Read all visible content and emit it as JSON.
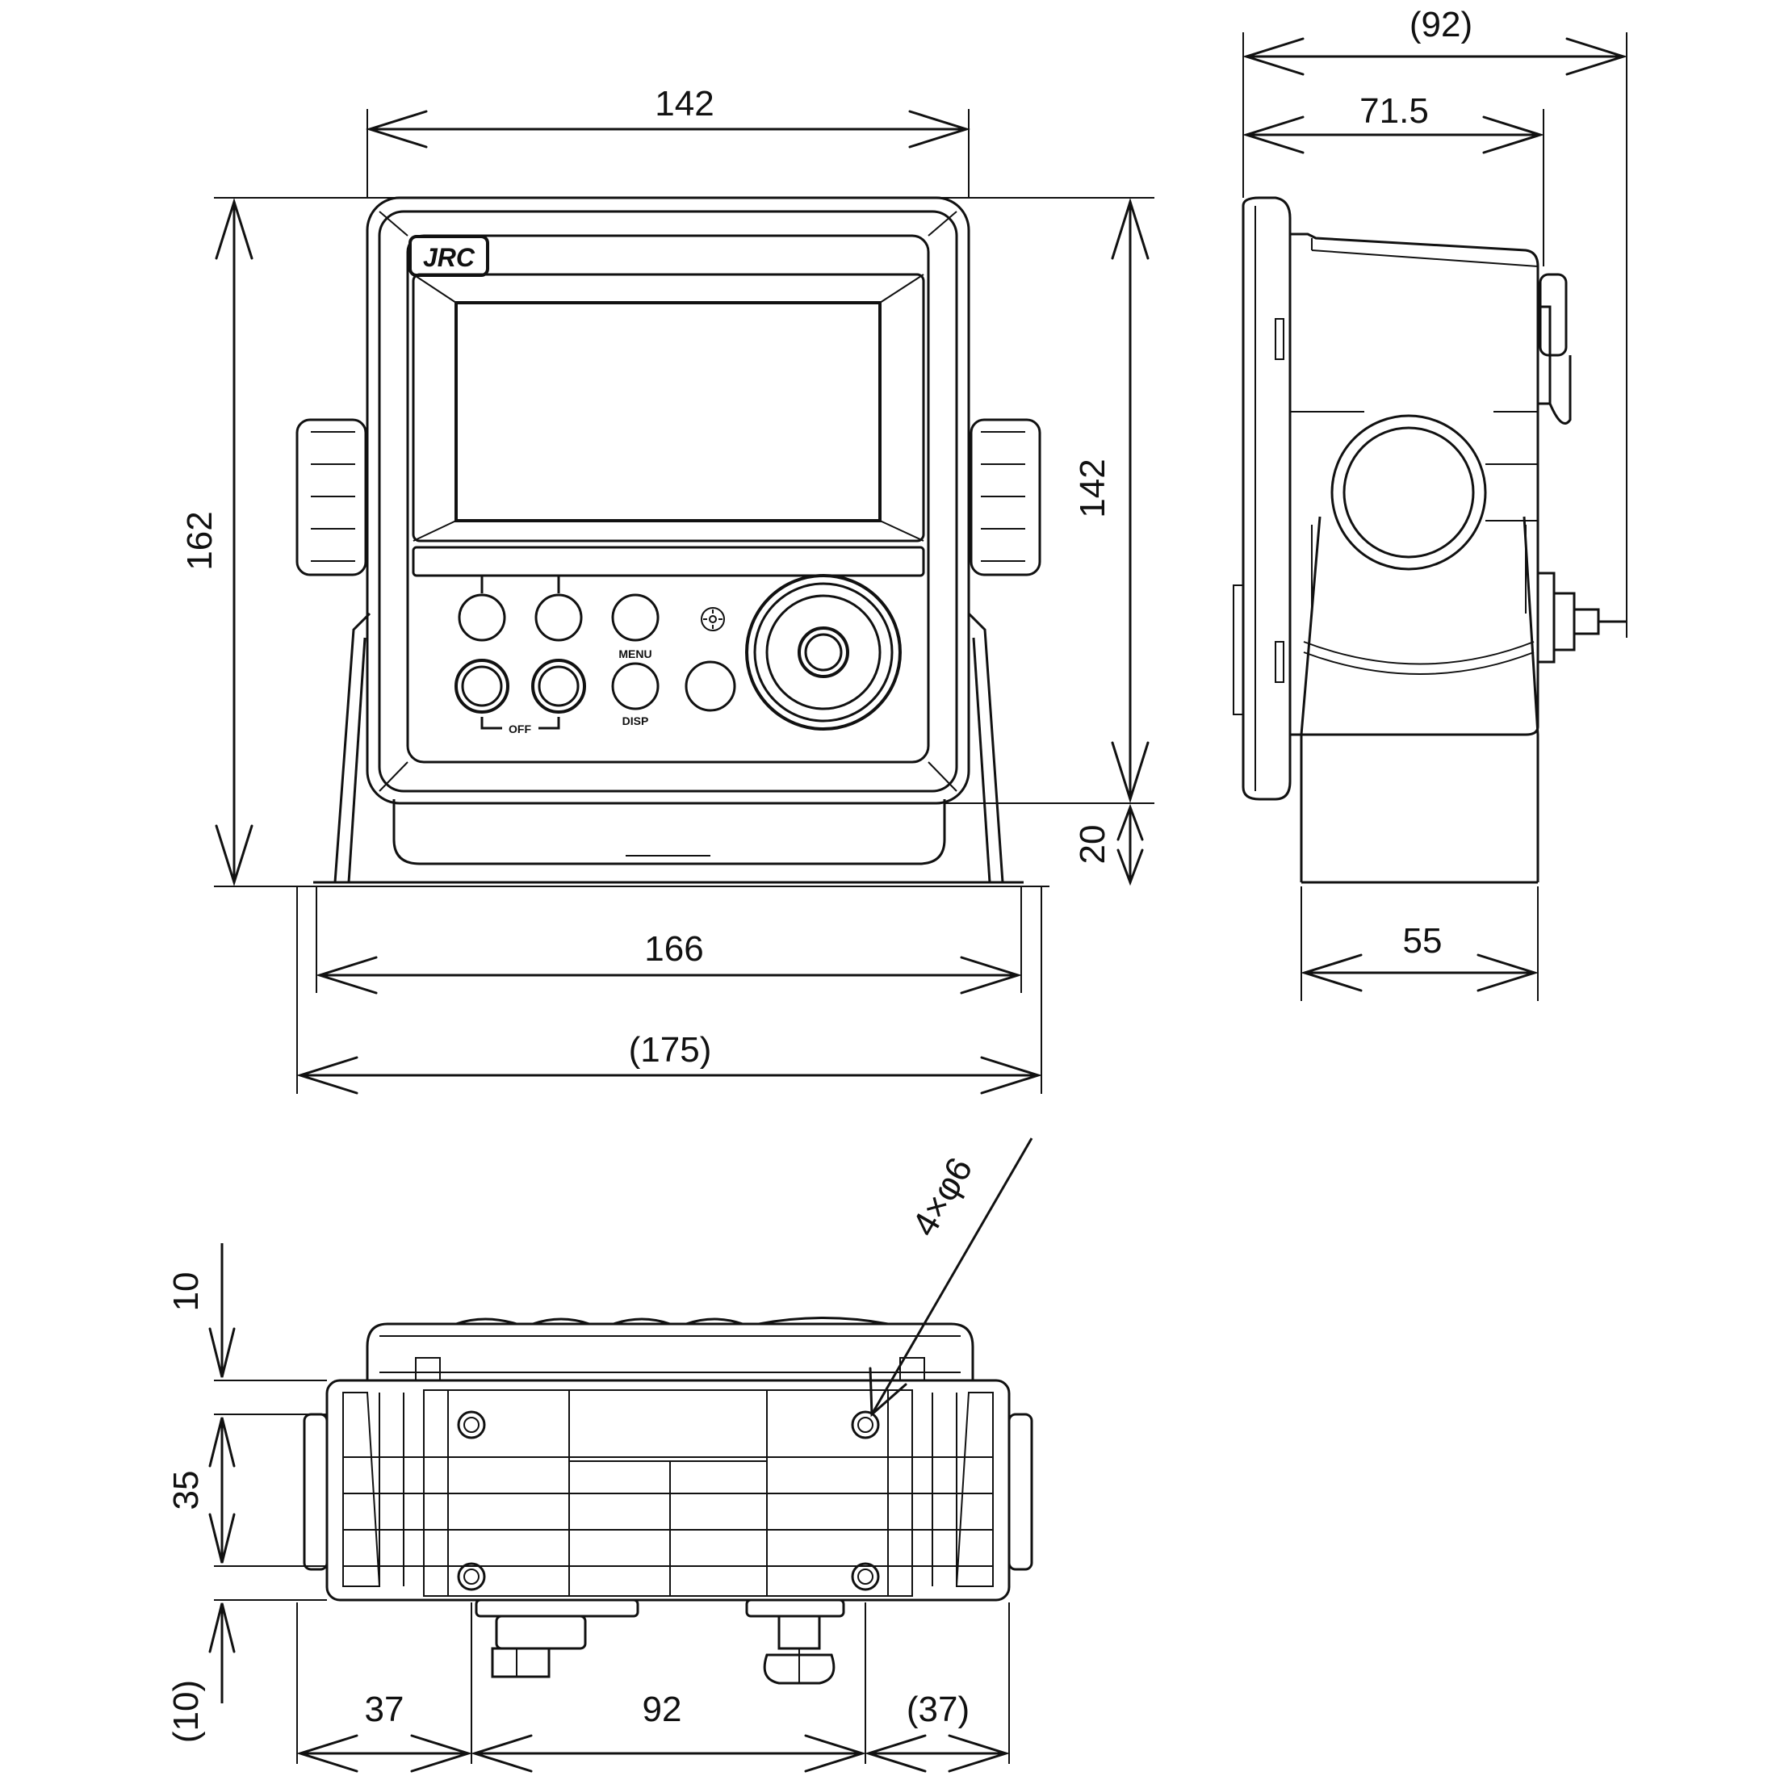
{
  "front_view": {
    "dim_top": "142",
    "dim_left": "162",
    "dim_right": "142",
    "dim_foot": "20",
    "dim_bottom_inner": "166",
    "dim_bottom_outer": "(175)",
    "logo": "JRC",
    "buttons": {
      "menu": "MENU",
      "disp": "DISP",
      "off": "OFF"
    }
  },
  "side_view": {
    "dim_top_outer": "(92)",
    "dim_top_inner": "71.5",
    "dim_bottom": "55"
  },
  "bottom_view": {
    "dim_top_gap": "10",
    "dim_hole_spacing_v": "35",
    "dim_bottom_gap": "(10)",
    "dim_left": "37",
    "dim_center": "92",
    "dim_right": "(37)",
    "hole_note": "4×φ6"
  }
}
